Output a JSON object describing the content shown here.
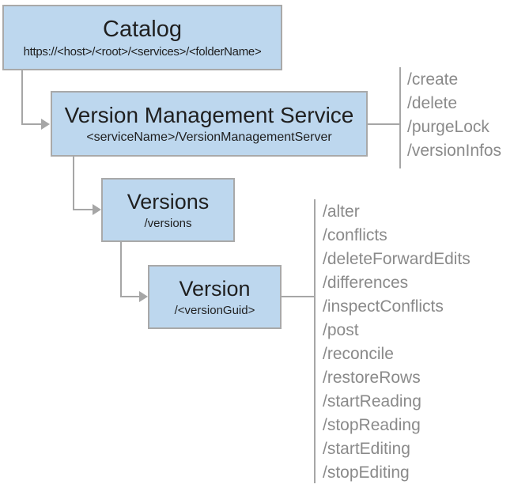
{
  "nodes": {
    "catalog": {
      "title": "Catalog",
      "subtitle": "https://<host>/<root>/<services>/<folderName>"
    },
    "vms": {
      "title": "Version Management Service",
      "subtitle": "<serviceName>/VersionManagementServer"
    },
    "versions": {
      "title": "Versions",
      "subtitle": "/versions"
    },
    "version": {
      "title": "Version",
      "subtitle": "/<versionGuid>"
    }
  },
  "operations": {
    "vms": [
      "/create",
      "/delete",
      "/purgeLock",
      "/versionInfos"
    ],
    "version": [
      "/alter",
      "/conflicts",
      "/deleteForwardEdits",
      "/differences",
      "/inspectConflicts",
      "/post",
      "/reconcile",
      "/restoreRows",
      "/startReading",
      "/stopReading",
      "/startEditing",
      "/stopEditing"
    ]
  },
  "colors": {
    "box_fill": "#BDD7EE",
    "box_border": "#A9A9A9",
    "connector": "#A6A6A6",
    "title_text": "#1F1F1F",
    "operation_text": "#8A8A8A"
  }
}
